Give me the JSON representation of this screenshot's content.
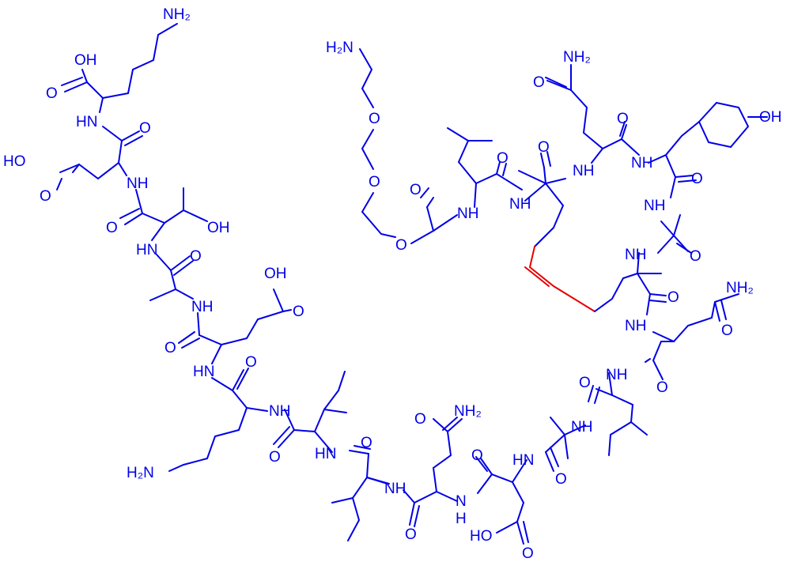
{
  "colors": {
    "atom": "#0000e6",
    "highlight": "#e60000",
    "background": "#ffffff"
  },
  "labels": {
    "peg_amine": "H₂N",
    "peg_o1": "O",
    "peg_o2": "O",
    "peg_o3": "O",
    "peg_carbonyl_o": "O",
    "leu_nh": "NH",
    "leu_o": "O",
    "s5_nh": "NH",
    "s5_o": "O",
    "gln_nh2": "NH₂",
    "gln_amide_o": "O",
    "gln_o": "O",
    "gln_nh": "NH",
    "tyr_oh": "OH",
    "tyr_nh": "NH",
    "tyr_o": "O",
    "ala_nh": "NH",
    "ala_o": "O",
    "r8_nh": "NH",
    "r8_o": "O",
    "gln2_nh2": "NH₂",
    "gln2_amide_o": "O",
    "gln2_nh": "NH",
    "gln2_o": "O",
    "leu2_nh": "NH",
    "leu2_o": "O",
    "ala2_nh": "NH",
    "ala2_o": "O",
    "asp_nh": "HN",
    "asp_o": "O",
    "asp_oh": "HO",
    "asp_side_o": "O",
    "gln3_nh2": "NH₂",
    "gln3_amide_o": "O",
    "gln3_nh": "N",
    "gln3_h": "H",
    "gln3_o": "O",
    "ile_nh": "NH",
    "ile_o": "O",
    "ile2_nh": "HN",
    "ile2_o": "O",
    "lys_nh": "NH",
    "lys_o": "O",
    "lys_nh2": "H₂N",
    "glu_nh": "HN",
    "glu_oh": "OH",
    "glu_side_o": "O",
    "glu_o": "O",
    "ala3_nh": "NH",
    "ala3_o": "O",
    "thr_nh": "HN",
    "thr_oh": "OH",
    "thr_o": "O",
    "glu2_nh": "NH",
    "glu2_ho": "HO",
    "glu2_side_o": "O",
    "glu2_o": "O",
    "lys2_nh": "HN",
    "lys2_oh": "OH",
    "lys2_o": "O",
    "lys2_nh2": "NH₂"
  }
}
